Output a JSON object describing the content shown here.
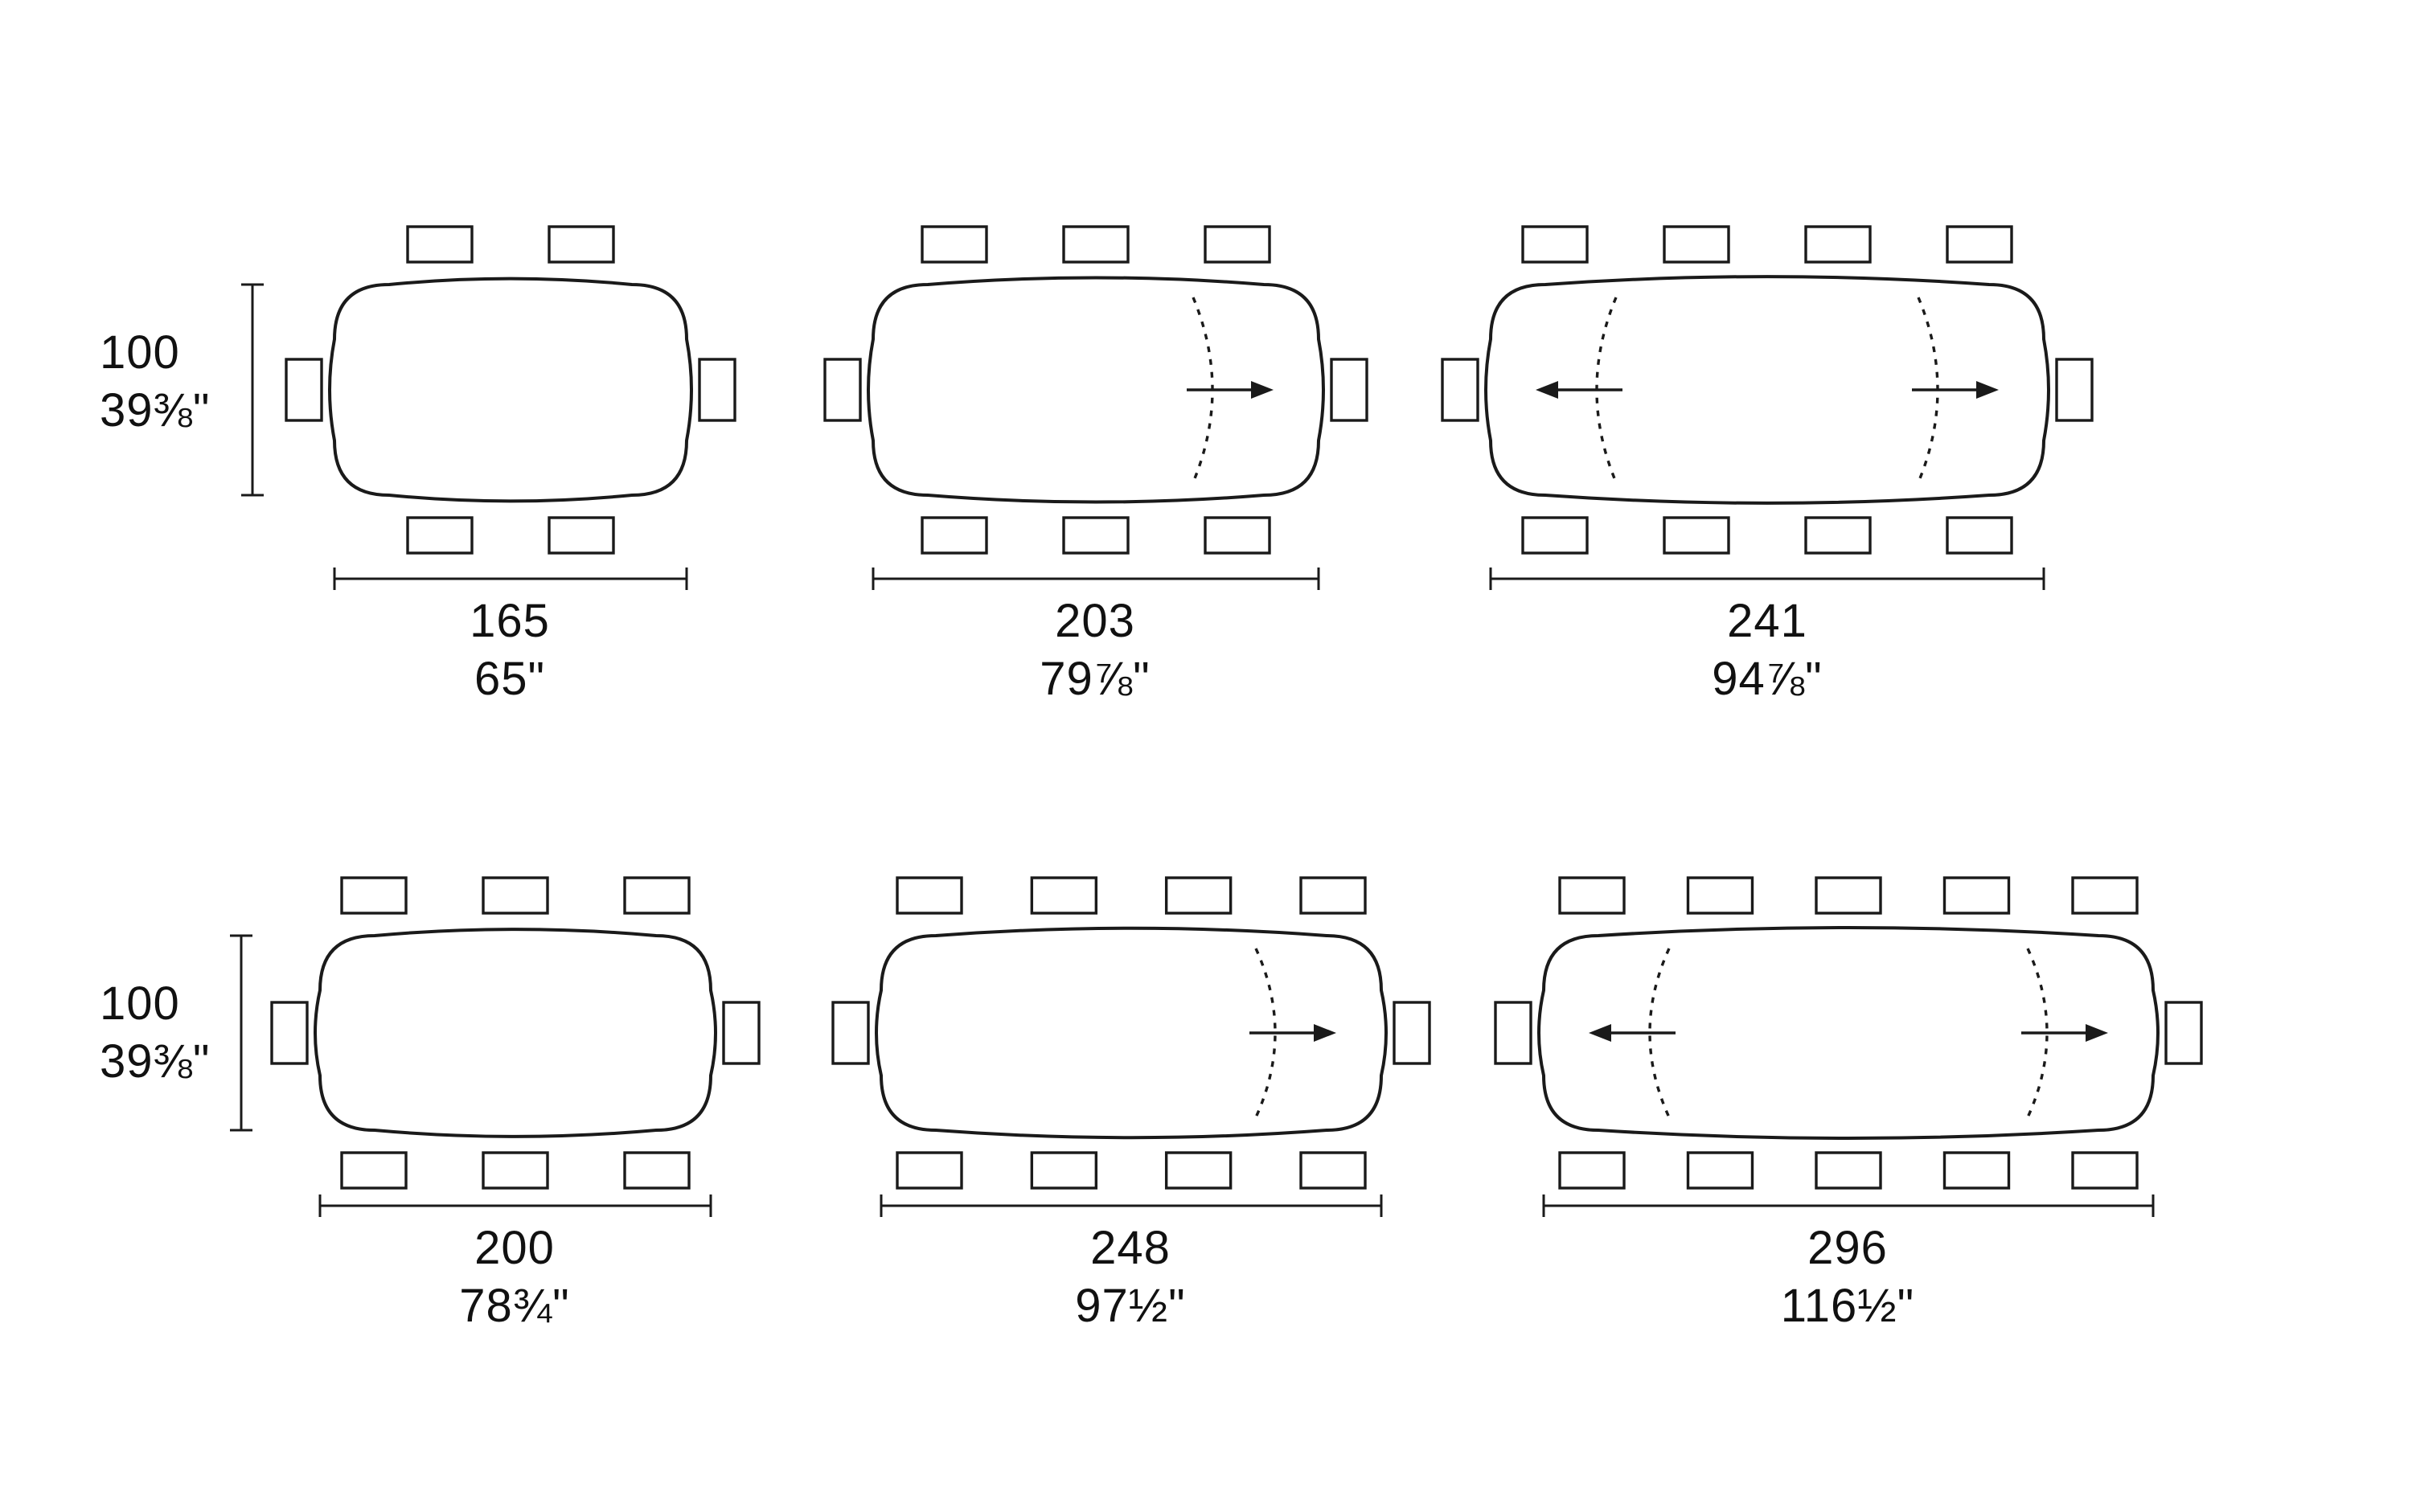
{
  "title": "Dining table size diagrams, top view with seating",
  "colors": {
    "line": "#1a1a1a",
    "background": "#ffffff"
  },
  "units": {
    "primary": "cm",
    "secondary": "inches"
  },
  "rows": [
    {
      "depth_cm": "100",
      "depth_in": "39⅜\"",
      "tables": [
        {
          "width_cm": "165",
          "width_in": "65\"",
          "seats_long_side": 2,
          "side_seats": 2,
          "extensions": 0
        },
        {
          "width_cm": "203",
          "width_in": "79⅞\"",
          "seats_long_side": 3,
          "side_seats": 2,
          "extensions": 1
        },
        {
          "width_cm": "241",
          "width_in": "94⅞\"",
          "seats_long_side": 4,
          "side_seats": 2,
          "extensions": 2
        }
      ]
    },
    {
      "depth_cm": "100",
      "depth_in": "39⅜\"",
      "tables": [
        {
          "width_cm": "200",
          "width_in": "78¾\"",
          "seats_long_side": 3,
          "side_seats": 2,
          "extensions": 0
        },
        {
          "width_cm": "248",
          "width_in": "97½\"",
          "seats_long_side": 4,
          "side_seats": 2,
          "extensions": 1
        },
        {
          "width_cm": "296",
          "width_in": "116½\"",
          "seats_long_side": 5,
          "side_seats": 2,
          "extensions": 2
        }
      ]
    }
  ]
}
